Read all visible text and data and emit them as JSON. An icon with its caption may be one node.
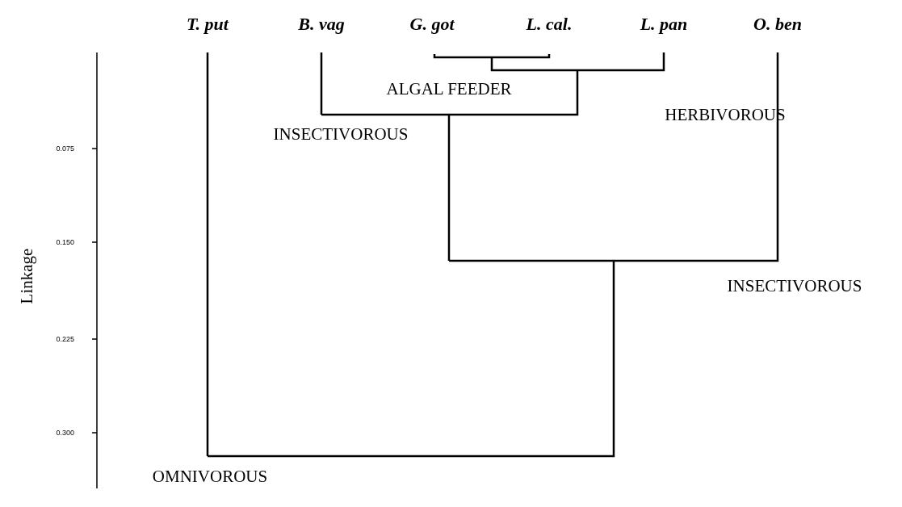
{
  "diagram": {
    "labels": [
      "T. put",
      "B. vag",
      "G. got",
      "L. cal.",
      "L. pan",
      "O. ben",
      "ALGAL FEEDER",
      "HERBIVOROUS",
      "INSECTIVOROUS",
      "0.075",
      "0.150",
      "INSECTIVOROUS",
      "Linkage",
      "0.225",
      "0.300",
      "OMNIVOROUS"
    ]
  }
}
